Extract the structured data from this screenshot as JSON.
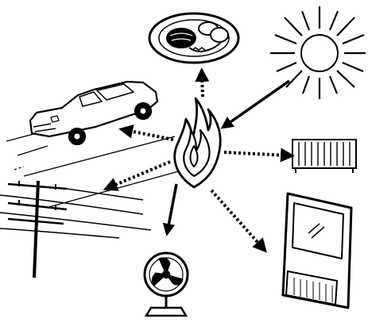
{
  "diagram": {
    "center": {
      "icon": "fire-icon"
    },
    "source": {
      "icon": "sun-icon",
      "arrow_style": "solid"
    },
    "outputs": [
      {
        "id": "food",
        "icon": "plate-of-food-icon",
        "arrow_style": "dotted"
      },
      {
        "id": "car",
        "icon": "car-icon",
        "arrow_style": "dotted"
      },
      {
        "id": "heater",
        "icon": "radiator-heater-icon",
        "arrow_style": "dotted"
      },
      {
        "id": "power",
        "icon": "power-lines-icon",
        "arrow_style": "dotted"
      },
      {
        "id": "fan",
        "icon": "electric-fan-icon",
        "arrow_style": "solid"
      },
      {
        "id": "tv",
        "icon": "television-icon",
        "arrow_style": "dotted"
      }
    ],
    "colors": {
      "ink": "#000000",
      "paper": "#ffffff"
    }
  }
}
